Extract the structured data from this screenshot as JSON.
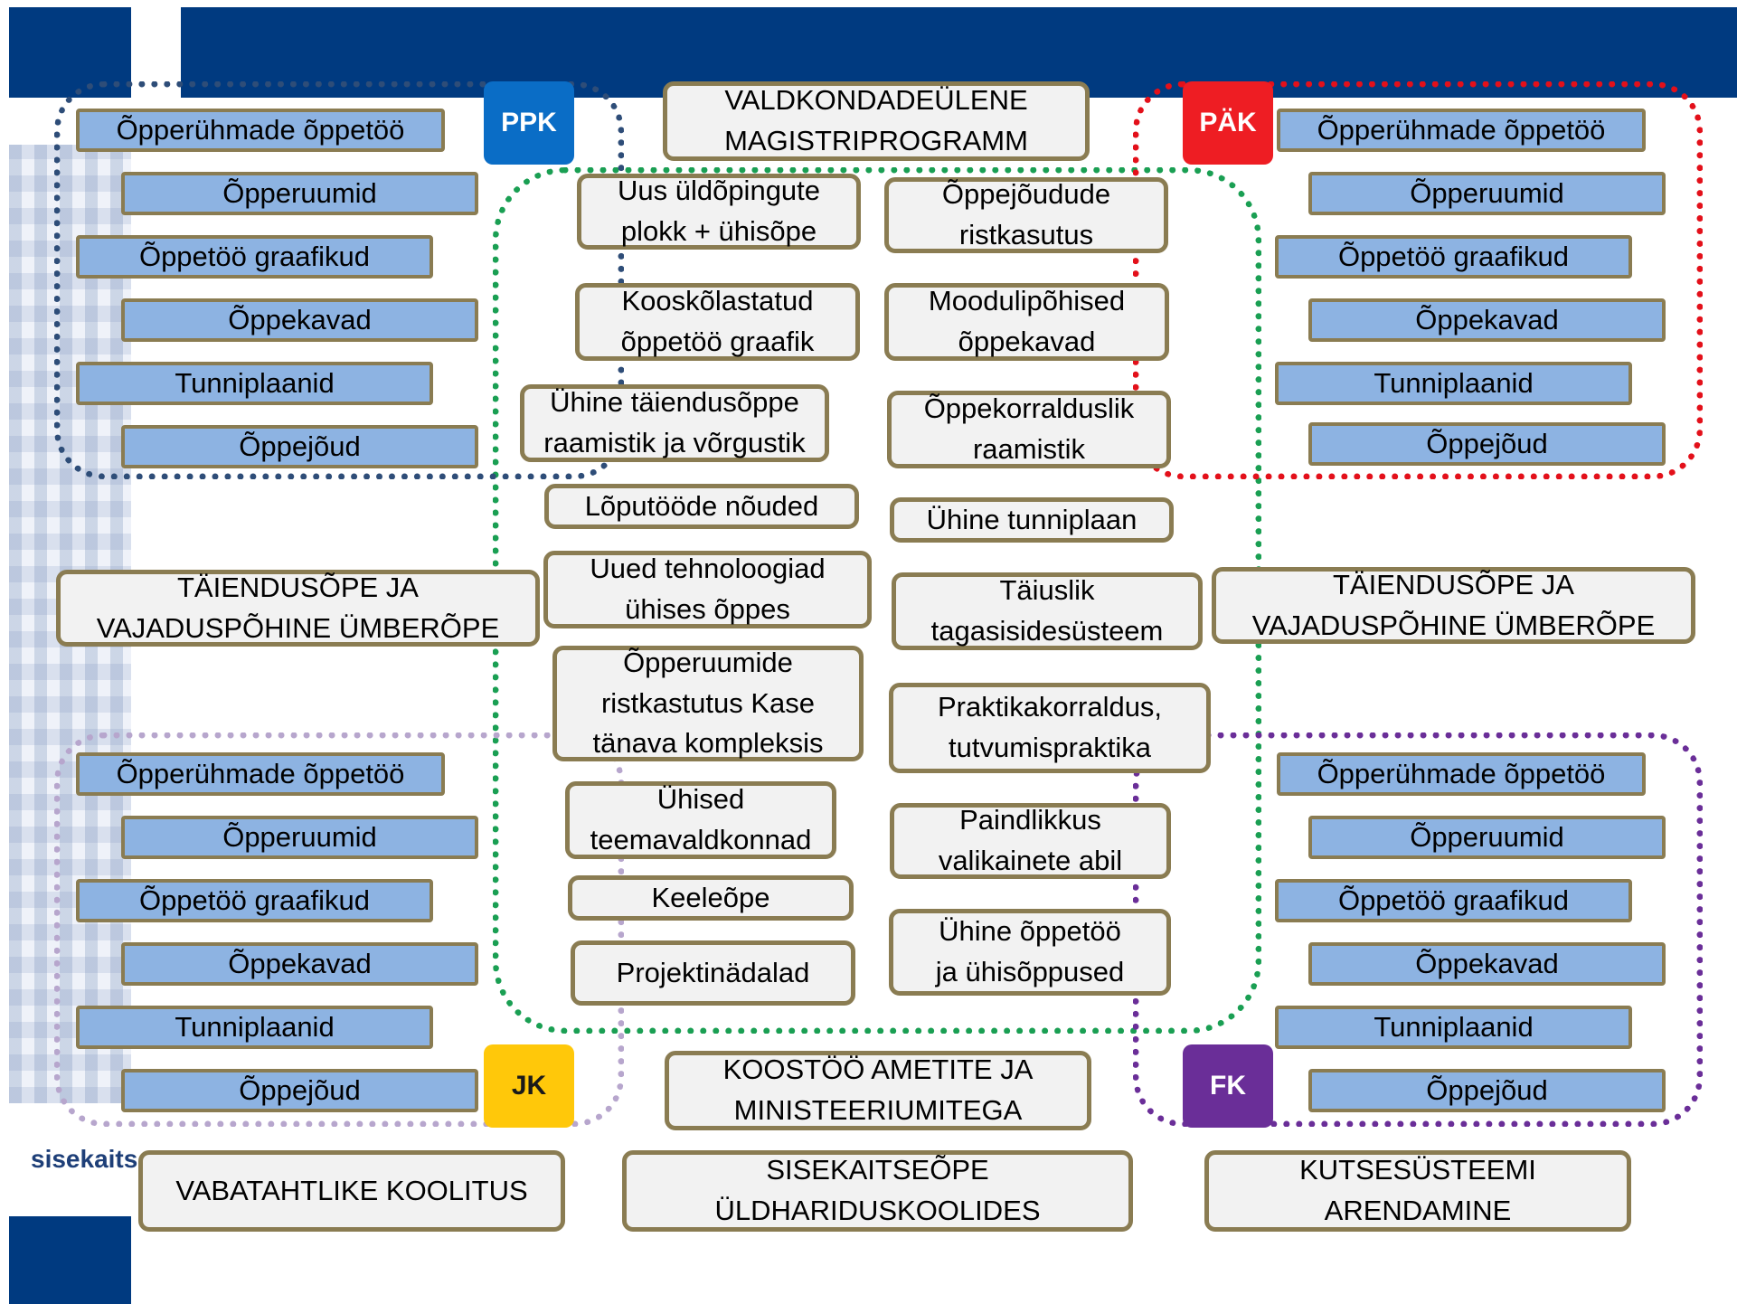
{
  "tags": {
    "ppk": "PPK",
    "pak": "PÄK",
    "jk": "JK",
    "fk": "FK"
  },
  "logo_text": "sisekaitse",
  "college_items": [
    "Õpperühmade õppetöö",
    "Õpperuumid",
    "Õppetöö graafikud",
    "Õppekavad",
    "Tunniplaanid",
    "Õppejõud"
  ],
  "top_center": "VALDKONDADEÜLENE\nMAGISTRIPROGRAMM",
  "left_middle": "TÄIENDUSÕPE JA\nVAJADUSPÕHINE ÜMBERÕPE",
  "right_middle": "TÄIENDUSÕPE JA\nVAJADUSPÕHINE ÜMBERÕPE",
  "center_left_column": [
    "Uus üldõpingute\nplokk + ühisõpe",
    "Kooskõlastatud\nõppetöö graafik",
    "Ühine täiendusõppe\nraamistik ja võrgustik",
    "Lõputööde nõuded",
    "Uued tehnoloogiad\nühises õppes",
    "Õpperuumide\nristkastutus Kase\ntänava kompleksis",
    "Ühised\nteemavaldkonnad",
    "Keeleõpe",
    "Projektinädalad"
  ],
  "center_right_column": [
    "Õppejõudude\nristkasutus",
    "Moodulipõhised\nõppekavad",
    "Õppekorralduslik\nraamistik",
    "Ühine tunniplaan",
    "Täiuslik\ntagasisidesüsteem",
    "Praktikakorraldus,\ntutvumispraktika",
    "Paindlikkus\nvalikainete abil",
    "Ühine õppetöö\nja ühisõppused"
  ],
  "bottom_center": "KOOSTÖÖ AMETITE JA\nMINISTEERIUMITEGA",
  "footer": {
    "left": "VABATAHTLIKE KOOLITUS",
    "center": "SISEKAITSEÕPE\nÜLDHARIDUSKOOLIDES",
    "right": "KUTSESÜSTEEMI\nARENDAMINE"
  },
  "colors": {
    "header": "#003a80",
    "ppk": "#0a6dc6",
    "pak": "#ee1d23",
    "jk": "#ffc80a",
    "fk": "#6a2e98",
    "center_region": "#1a9f53",
    "item_fill": "#8db3e2",
    "box_fill": "#f2f2f2",
    "box_border": "#8a7c52"
  }
}
